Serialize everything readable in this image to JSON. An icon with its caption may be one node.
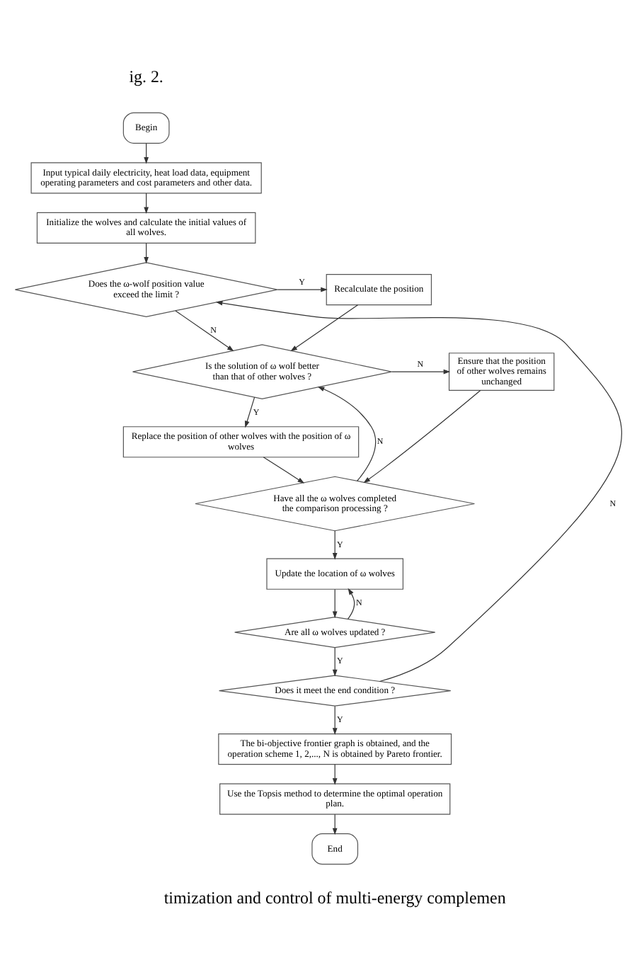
{
  "diagram": {
    "nodes": [
      {
        "text": [
          "Begin"
        ]
      },
      {
        "text": [
          "Input typical daily electricity, heat load data, equipment operating parameters and cost parameters and other data."
        ]
      },
      {
        "text": [
          "Initialize the wolves and calculate the initial values of all wolves."
        ]
      },
      {
        "text": [
          "Does the ω-wolf position value exceed the limit ?"
        ]
      },
      {
        "text": [
          "Recalculate the position"
        ]
      },
      {
        "text": [
          "Is the solution of ω wolf better than that of other wolves ?"
        ]
      },
      {
        "text": [
          "Ensure that the position of other wolves remains unchanged"
        ]
      },
      {
        "text": [
          "Replace the position of other wolves with the position of ω wolves"
        ]
      },
      {
        "text": [
          "Have all the ω wolves completed the comparison processing ?"
        ]
      },
      {
        "text": [
          "Update the location of ω wolves"
        ]
      },
      {
        "text": [
          "Are all ω wolves updated ?"
        ]
      },
      {
        "text": [
          "Does it meet the end condition ?"
        ]
      },
      {
        "text": [
          "The bi-objective frontier graph is obtained, and the operation scheme 1, 2,..., N is obtained by Pareto frontier."
        ]
      },
      {
        "text": [
          "Use the Topsis method to determine the optimal operation plan."
        ]
      },
      {
        "text": [
          "End"
        ]
      }
    ],
    "edges": [
      {
        "from": 0,
        "to": 1,
        "arrow": "to"
      },
      {
        "from": 1,
        "to": 2,
        "arrow": "to"
      },
      {
        "from": 2,
        "to": 3,
        "arrow": "to"
      },
      {
        "from": 3,
        "to": 4,
        "arrow": "to",
        "label": "Y"
      },
      {
        "from": 3,
        "to": 5,
        "arrow": "to",
        "label": "N"
      },
      {
        "from": 4,
        "to": 5,
        "arrow": "to"
      },
      {
        "from": 5,
        "to": 6,
        "arrow": "to",
        "label": "N"
      },
      {
        "from": 5,
        "to": 7,
        "arrow": "to",
        "label": "Y"
      },
      {
        "from": 6,
        "to": 8,
        "arrow": "to"
      },
      {
        "from": 7,
        "to": 8,
        "arrow": "to"
      },
      {
        "from": 8,
        "to": 5,
        "arrow": "to",
        "label": "N"
      },
      {
        "from": 8,
        "to": 9,
        "arrow": "to",
        "label": "Y"
      },
      {
        "from": 9,
        "to": 10,
        "arrow": "to"
      },
      {
        "from": 10,
        "to": 9,
        "arrow": "to",
        "label": "N"
      },
      {
        "from": 10,
        "to": 11,
        "arrow": "to",
        "label": "Y"
      },
      {
        "from": 11,
        "to": 3,
        "arrow": "to",
        "label": "N"
      },
      {
        "from": 11,
        "to": 12,
        "arrow": "to",
        "label": "Y"
      },
      {
        "from": 12,
        "to": 13,
        "arrow": "to"
      },
      {
        "from": 13,
        "to": 14,
        "arrow": "to"
      }
    ],
    "labels": [
      "ig. 2.",
      "timization and control of multi-energy complemen"
    ]
  }
}
